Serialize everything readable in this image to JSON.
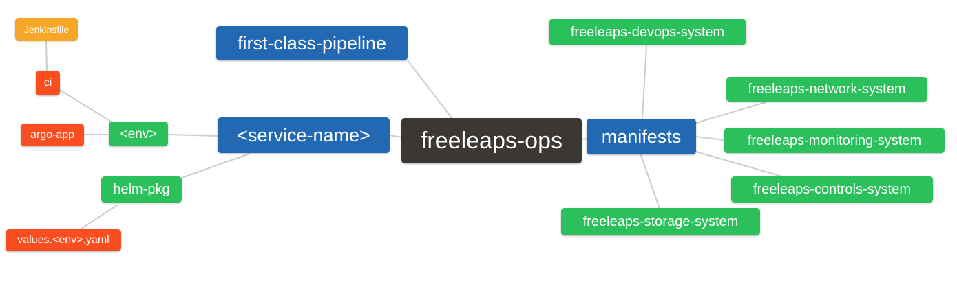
{
  "diagram": {
    "type": "mindmap",
    "colors": {
      "root": "#3B3734",
      "branch": "#2268B2",
      "leaf_green": "#2BC05C",
      "leaf_red": "#FB4E20",
      "leaf_orange": "#F7A728",
      "edge": "#CCCCCC",
      "text": "#FFFFFF",
      "background": "#FFFFFF"
    },
    "nodes": {
      "root": {
        "label": "freeleaps-ops"
      },
      "first_class_pipeline": {
        "label": "first-class-pipeline"
      },
      "service_name": {
        "label": "<service-name>"
      },
      "env": {
        "label": "<env>"
      },
      "ci": {
        "label": "ci"
      },
      "jenkinsfile": {
        "label": "Jenkinsfile"
      },
      "argo_app": {
        "label": "argo-app"
      },
      "helm_pkg": {
        "label": "helm-pkg"
      },
      "values_yaml": {
        "label": "values.<env>.yaml"
      },
      "manifests": {
        "label": "manifests"
      },
      "devops_system": {
        "label": "freeleaps-devops-system"
      },
      "network_system": {
        "label": "freeleaps-network-system"
      },
      "monitoring_system": {
        "label": "freeleaps-monitoring-system"
      },
      "controls_system": {
        "label": "freeleaps-controls-system"
      },
      "storage_system": {
        "label": "freeleaps-storage-system"
      }
    },
    "edges": [
      {
        "from": "jenkinsfile",
        "to": "ci"
      },
      {
        "from": "ci",
        "to": "env"
      },
      {
        "from": "argo_app",
        "to": "env"
      },
      {
        "from": "env",
        "to": "service_name"
      },
      {
        "from": "helm_pkg",
        "to": "service_name"
      },
      {
        "from": "values_yaml",
        "to": "helm_pkg"
      },
      {
        "from": "first_class_pipeline",
        "to": "root"
      },
      {
        "from": "service_name",
        "to": "root"
      },
      {
        "from": "root",
        "to": "manifests"
      },
      {
        "from": "manifests",
        "to": "devops_system"
      },
      {
        "from": "manifests",
        "to": "network_system"
      },
      {
        "from": "manifests",
        "to": "monitoring_system"
      },
      {
        "from": "manifests",
        "to": "controls_system"
      },
      {
        "from": "manifests",
        "to": "storage_system"
      }
    ]
  }
}
